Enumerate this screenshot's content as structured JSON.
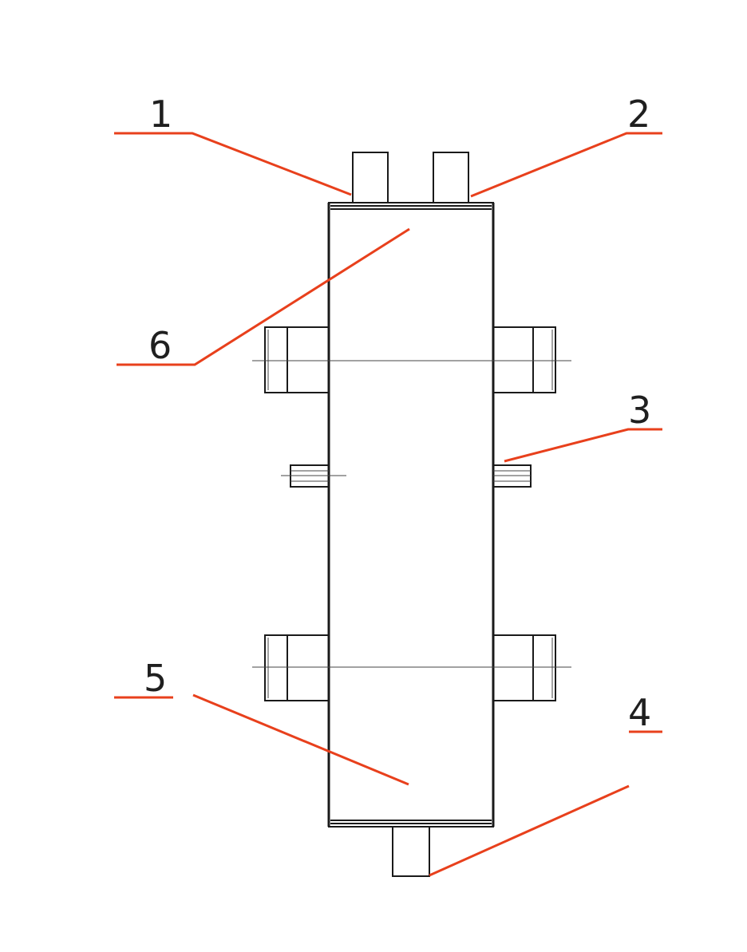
{
  "diagram": {
    "leader_color": "#e8401c",
    "line_color": "#1a1a1a",
    "labels": {
      "item1": "1",
      "item2": "2",
      "item3": "3",
      "item4": "4",
      "item5": "5",
      "item6": "6"
    }
  }
}
